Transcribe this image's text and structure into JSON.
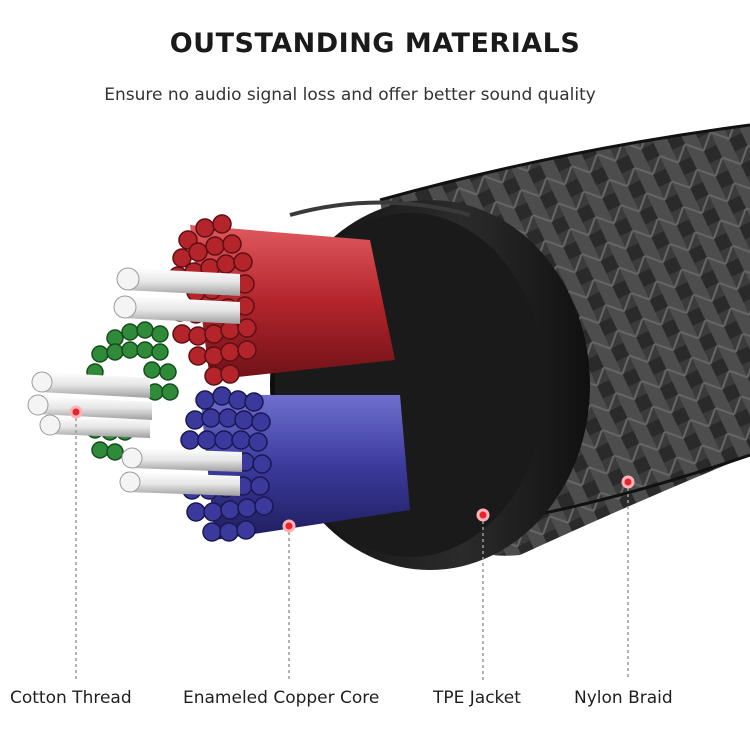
{
  "header": {
    "title": "OUTSTANDING MATERIALS",
    "subtitle": "Ensure no audio signal loss and offer better sound quality"
  },
  "labels": {
    "cotton": "Cotton Thread",
    "copper": "Enameled Copper Core",
    "tpe": "TPE Jacket",
    "nylon": "Nylon Braid"
  },
  "colors": {
    "red_core": "#b3242b",
    "blue_core": "#3b3a9c",
    "green_core": "#2f8a3a",
    "jacket": "#151515",
    "marker": "#e8242f"
  }
}
